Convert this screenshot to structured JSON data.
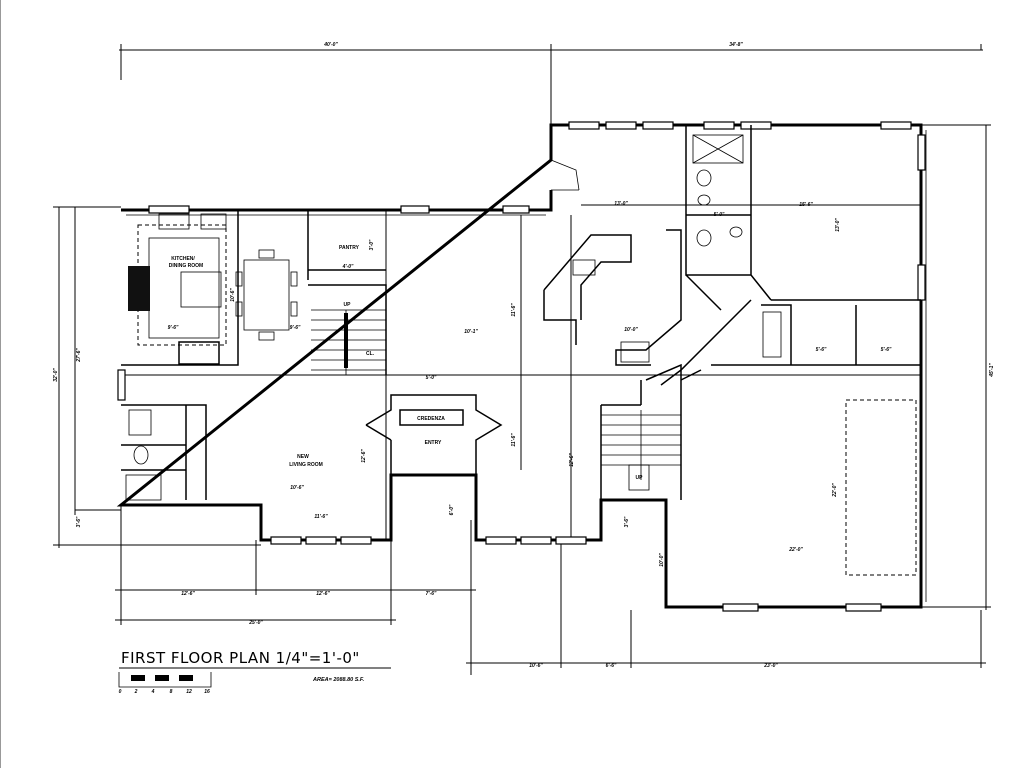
{
  "drawing": {
    "title": "FIRST FLOOR PLAN 1/4\"=1'-0\"",
    "area": "AREA= 2088.80 S.F."
  },
  "rooms": {
    "kitchen_line1": "KITCHEN/",
    "kitchen_line2": "DINING ROOM",
    "pantry": "PANTRY",
    "stair_up": "UP",
    "closet": "CL.",
    "living_line1": "NEW",
    "living_line2": "LIVING ROOM",
    "credenza": "CREDENZA",
    "entry": "ENTRY",
    "stair_up_2": "UP"
  },
  "dimensions": {
    "top_left": "40'-0\"",
    "top_right": "34'-8\"",
    "right_total": "45'-1\"",
    "left_total": "32'-0\"",
    "left_upper": "27'-6\"",
    "left_lower": "3'-6\"",
    "bottom_a": "12'-6\"",
    "bottom_b": "12'-6\"",
    "bottom_c": "7'-6\"",
    "bottom_total": "25'-0\"",
    "bottom_r1": "10'-6\"",
    "bottom_r2": "6'-6\"",
    "bottom_r3": "23'-0\"",
    "kitchen_w": "9'-6\"",
    "dining_w": "9'-6\"",
    "pantry_w": "4'-0\"",
    "pantry_h": "3'-0\"",
    "dining_h": "10'-6\"",
    "hall_w": "10'-1\"",
    "hall_h": "11'-6\"",
    "living_w1": "10'-6\"",
    "living_w2": "11'-6\"",
    "living_h": "12'-6\"",
    "entry_w": "5'-0\"",
    "entry_h": "6'-0\"",
    "family_w": "13'-0\"",
    "family_h": "11'-6\"",
    "kitchen2_w": "10'-0\"",
    "bath_w": "5'-0\"",
    "bed_w": "15'-6\"",
    "bed_h": "13'-0\"",
    "closet1": "5'-6\"",
    "closet2": "5'-6\"",
    "garage_w": "22'-0\"",
    "garage_h": "22'-0\"",
    "stair_h": "12'-6\"",
    "step": "3'-6\"",
    "garage_off": "10'-0\""
  },
  "scale_bar": [
    "0",
    "2",
    "4",
    "8",
    "12",
    "16"
  ]
}
